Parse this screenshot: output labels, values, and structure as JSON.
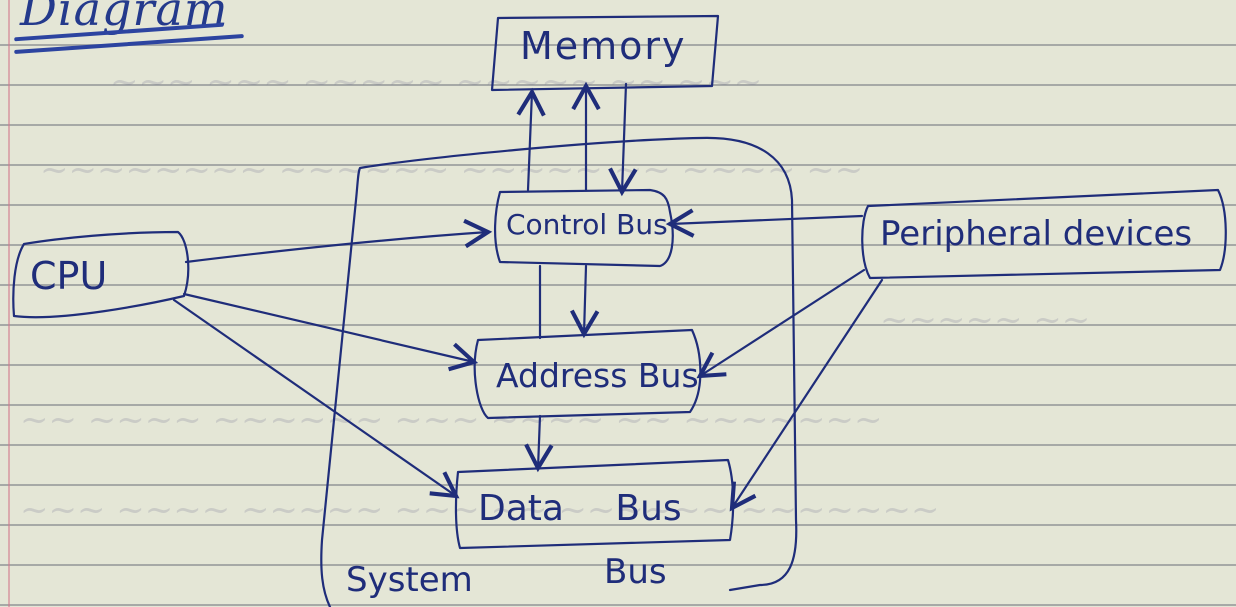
{
  "heading": "Diagram",
  "nodes": {
    "memory": "Memory",
    "control_bus": "Control Bus",
    "address_bus": "Address Bus",
    "data_bus": "Data Bus",
    "cpu": "CPU",
    "peripheral": "Peripheral devices"
  },
  "system_bus": {
    "word1": "System",
    "word2": "Bus"
  },
  "ink_color": "#1f2d7a"
}
